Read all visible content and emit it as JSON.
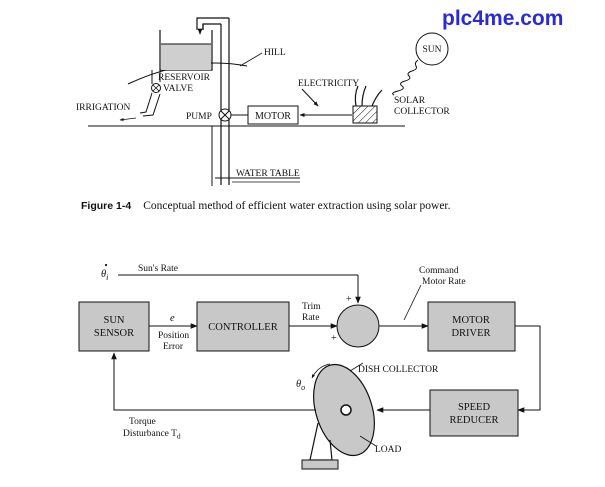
{
  "watermark": {
    "text": "plc4me.com",
    "color": "#2b2bd6"
  },
  "figure1": {
    "labels": {
      "hill": "HILL",
      "sun": "SUN",
      "reservoir": "RESERVOIR",
      "valve": "VALVE",
      "electricity": "ELECTRICITY",
      "irrigation": "IRRIGATION",
      "solar_line1": "SOLAR",
      "solar_line2": "COLLECTOR",
      "pump": "PUMP",
      "motor": "MOTOR",
      "water_table": "WATER TABLE"
    },
    "caption_label": "Figure 1-4",
    "caption_text": "Conceptual method of efficient water extraction using solar power."
  },
  "figure2": {
    "blocks": {
      "sun_sensor_1": "SUN",
      "sun_sensor_2": "SENSOR",
      "controller": "CONTROLLER",
      "motor_driver_1": "MOTOR",
      "motor_driver_2": "DRIVER",
      "speed_reducer_1": "SPEED",
      "speed_reducer_2": "REDUCER"
    },
    "signals": {
      "theta_i": "θ",
      "theta_i_sub": "i",
      "suns_rate": "Sun's Rate",
      "command_1": "Command",
      "command_2": "Motor Rate",
      "e": "e",
      "position_1": "Position",
      "position_2": "Error",
      "trim_1": "Trim",
      "trim_2": "Rate",
      "plus_top": "+",
      "plus_left": "+",
      "dish_collector": "DISH COLLECTOR",
      "theta_o": "θ",
      "theta_o_sub": "o",
      "torque_1": "Torque",
      "torque_2": "Disturbance T",
      "torque_sub": "d",
      "load": "LOAD"
    }
  }
}
